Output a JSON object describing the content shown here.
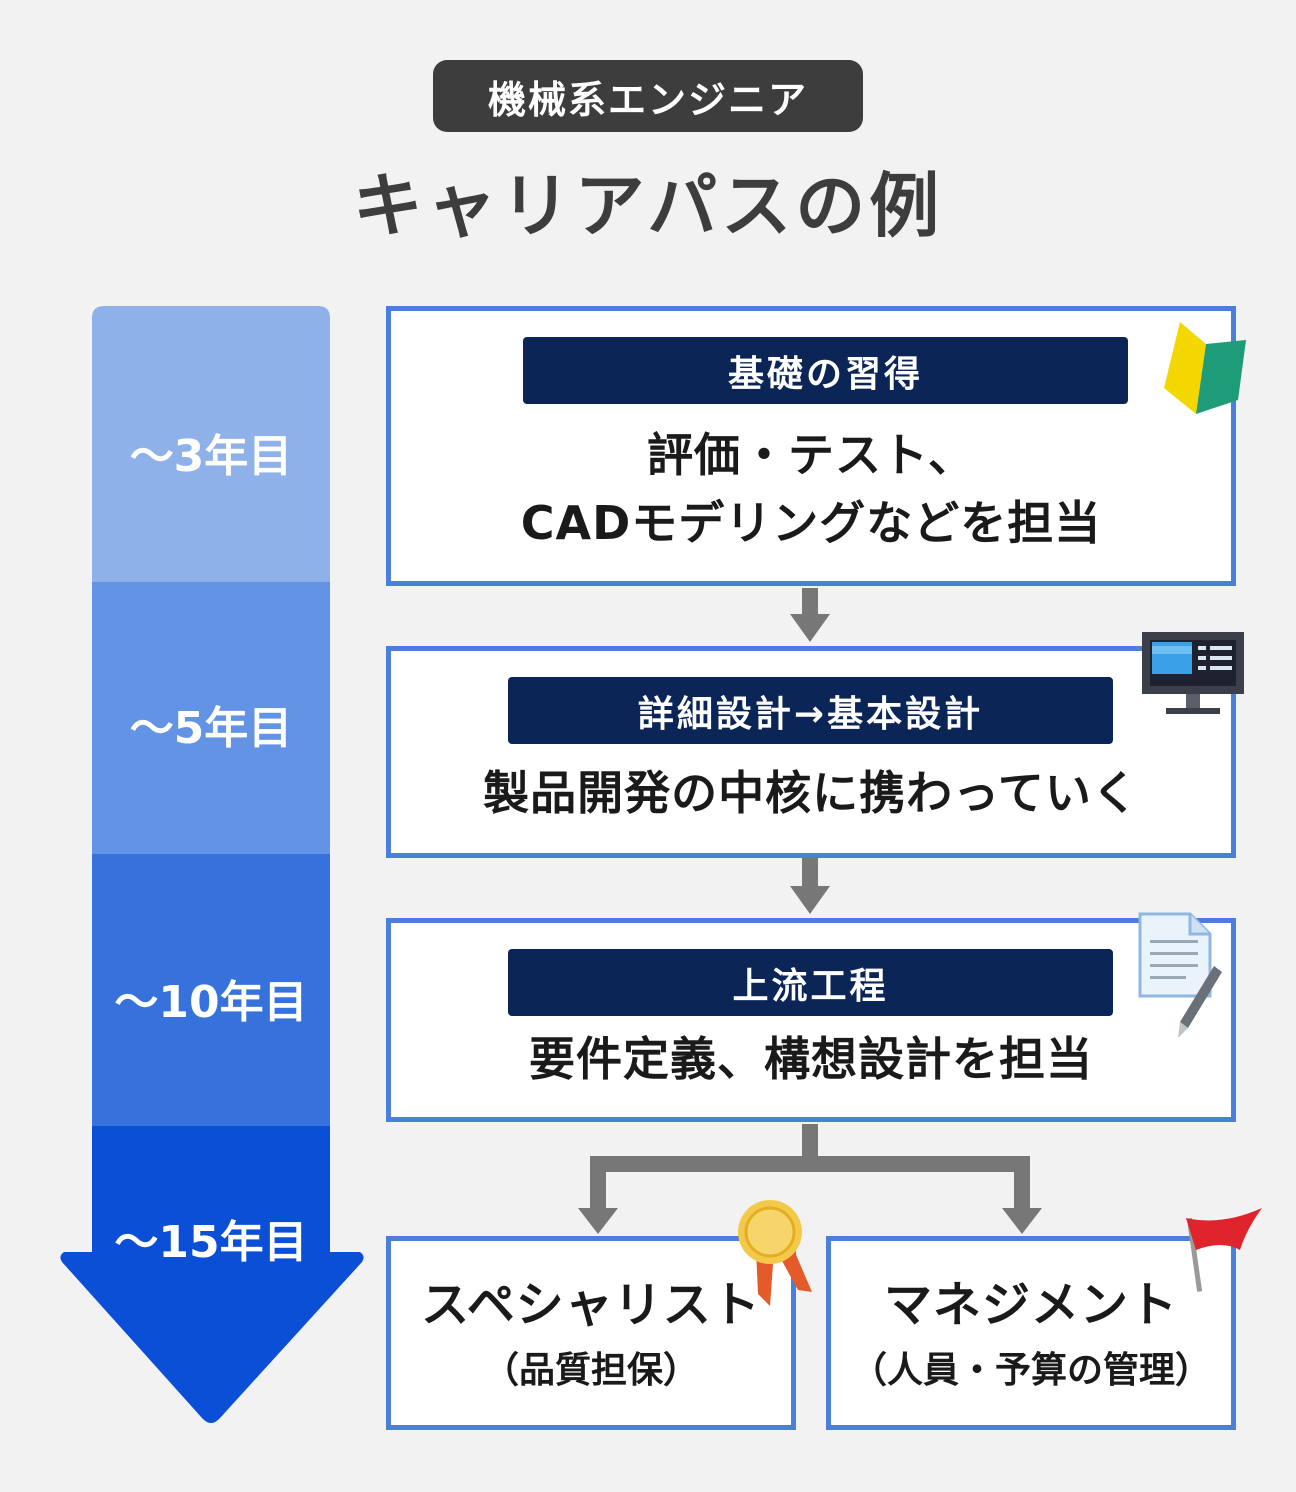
{
  "tag": "機械系エンジニア",
  "title": "キャリアパスの例",
  "years": [
    {
      "label": "〜3年目",
      "color": "#8fb1ea"
    },
    {
      "label": "〜5年目",
      "color": "#6393e4"
    },
    {
      "label": "〜10年目",
      "color": "#3772dc"
    },
    {
      "label": "〜15年目",
      "color": "#0a4fd6"
    }
  ],
  "stages": [
    {
      "heading": "基礎の習得",
      "line1": "評価・テスト、",
      "line2": "CADモデリングなどを担当",
      "icon": "beginner-mark-icon"
    },
    {
      "heading": "詳細設計→基本設計",
      "line1": "製品開発の中核に携わっていく",
      "icon": "monitor-icon"
    },
    {
      "heading": "上流工程",
      "line1": "要件定義、構想設計を担当",
      "icon": "document-pen-icon"
    }
  ],
  "branches": [
    {
      "title": "スペシャリスト",
      "sub": "（品質担保）",
      "icon": "medal-icon"
    },
    {
      "title": "マネジメント",
      "sub": "（人員・予算の管理）",
      "icon": "red-flag-icon"
    }
  ],
  "colors": {
    "border": "#4a7fdc",
    "heading_bg": "#0b2557",
    "arrow": "#777777"
  }
}
